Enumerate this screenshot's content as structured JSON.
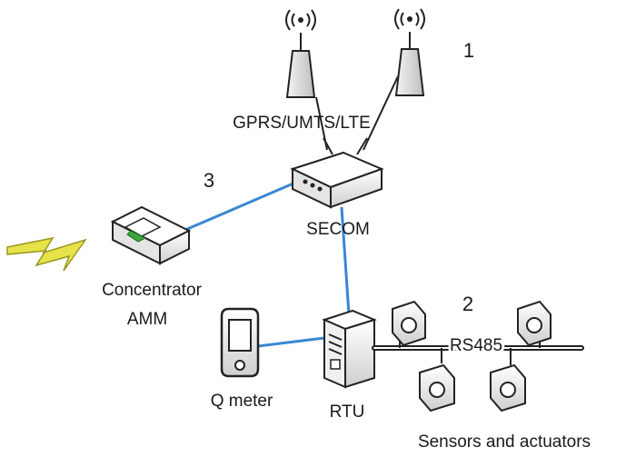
{
  "diagram": {
    "nodes": {
      "network": {
        "label": "GPRS/UMTS/LTE",
        "icon": "cell-tower-icon"
      },
      "secom": {
        "label": "SECOM",
        "icon": "router-box-icon"
      },
      "concentrator": {
        "label_line1": "Concentrator",
        "label_line2": "AMM",
        "icon": "concentrator-device-icon"
      },
      "rtu": {
        "label": "RTU",
        "icon": "server-tower-icon"
      },
      "qmeter": {
        "label": "Q meter",
        "icon": "handheld-meter-icon"
      },
      "bus": {
        "label": "RS485"
      },
      "sensors": {
        "label": "Sensors and actuators",
        "icon": "sensor-actuator-icon"
      }
    },
    "markers": {
      "one": "1",
      "two": "2",
      "three": "3"
    },
    "colors": {
      "link": "#3a87d4",
      "device_fill": "#f2f2f2",
      "device_stroke": "#222222",
      "lightning_fill": "#e6e34a",
      "led_green": "#39a739",
      "bus": "#222222"
    }
  }
}
